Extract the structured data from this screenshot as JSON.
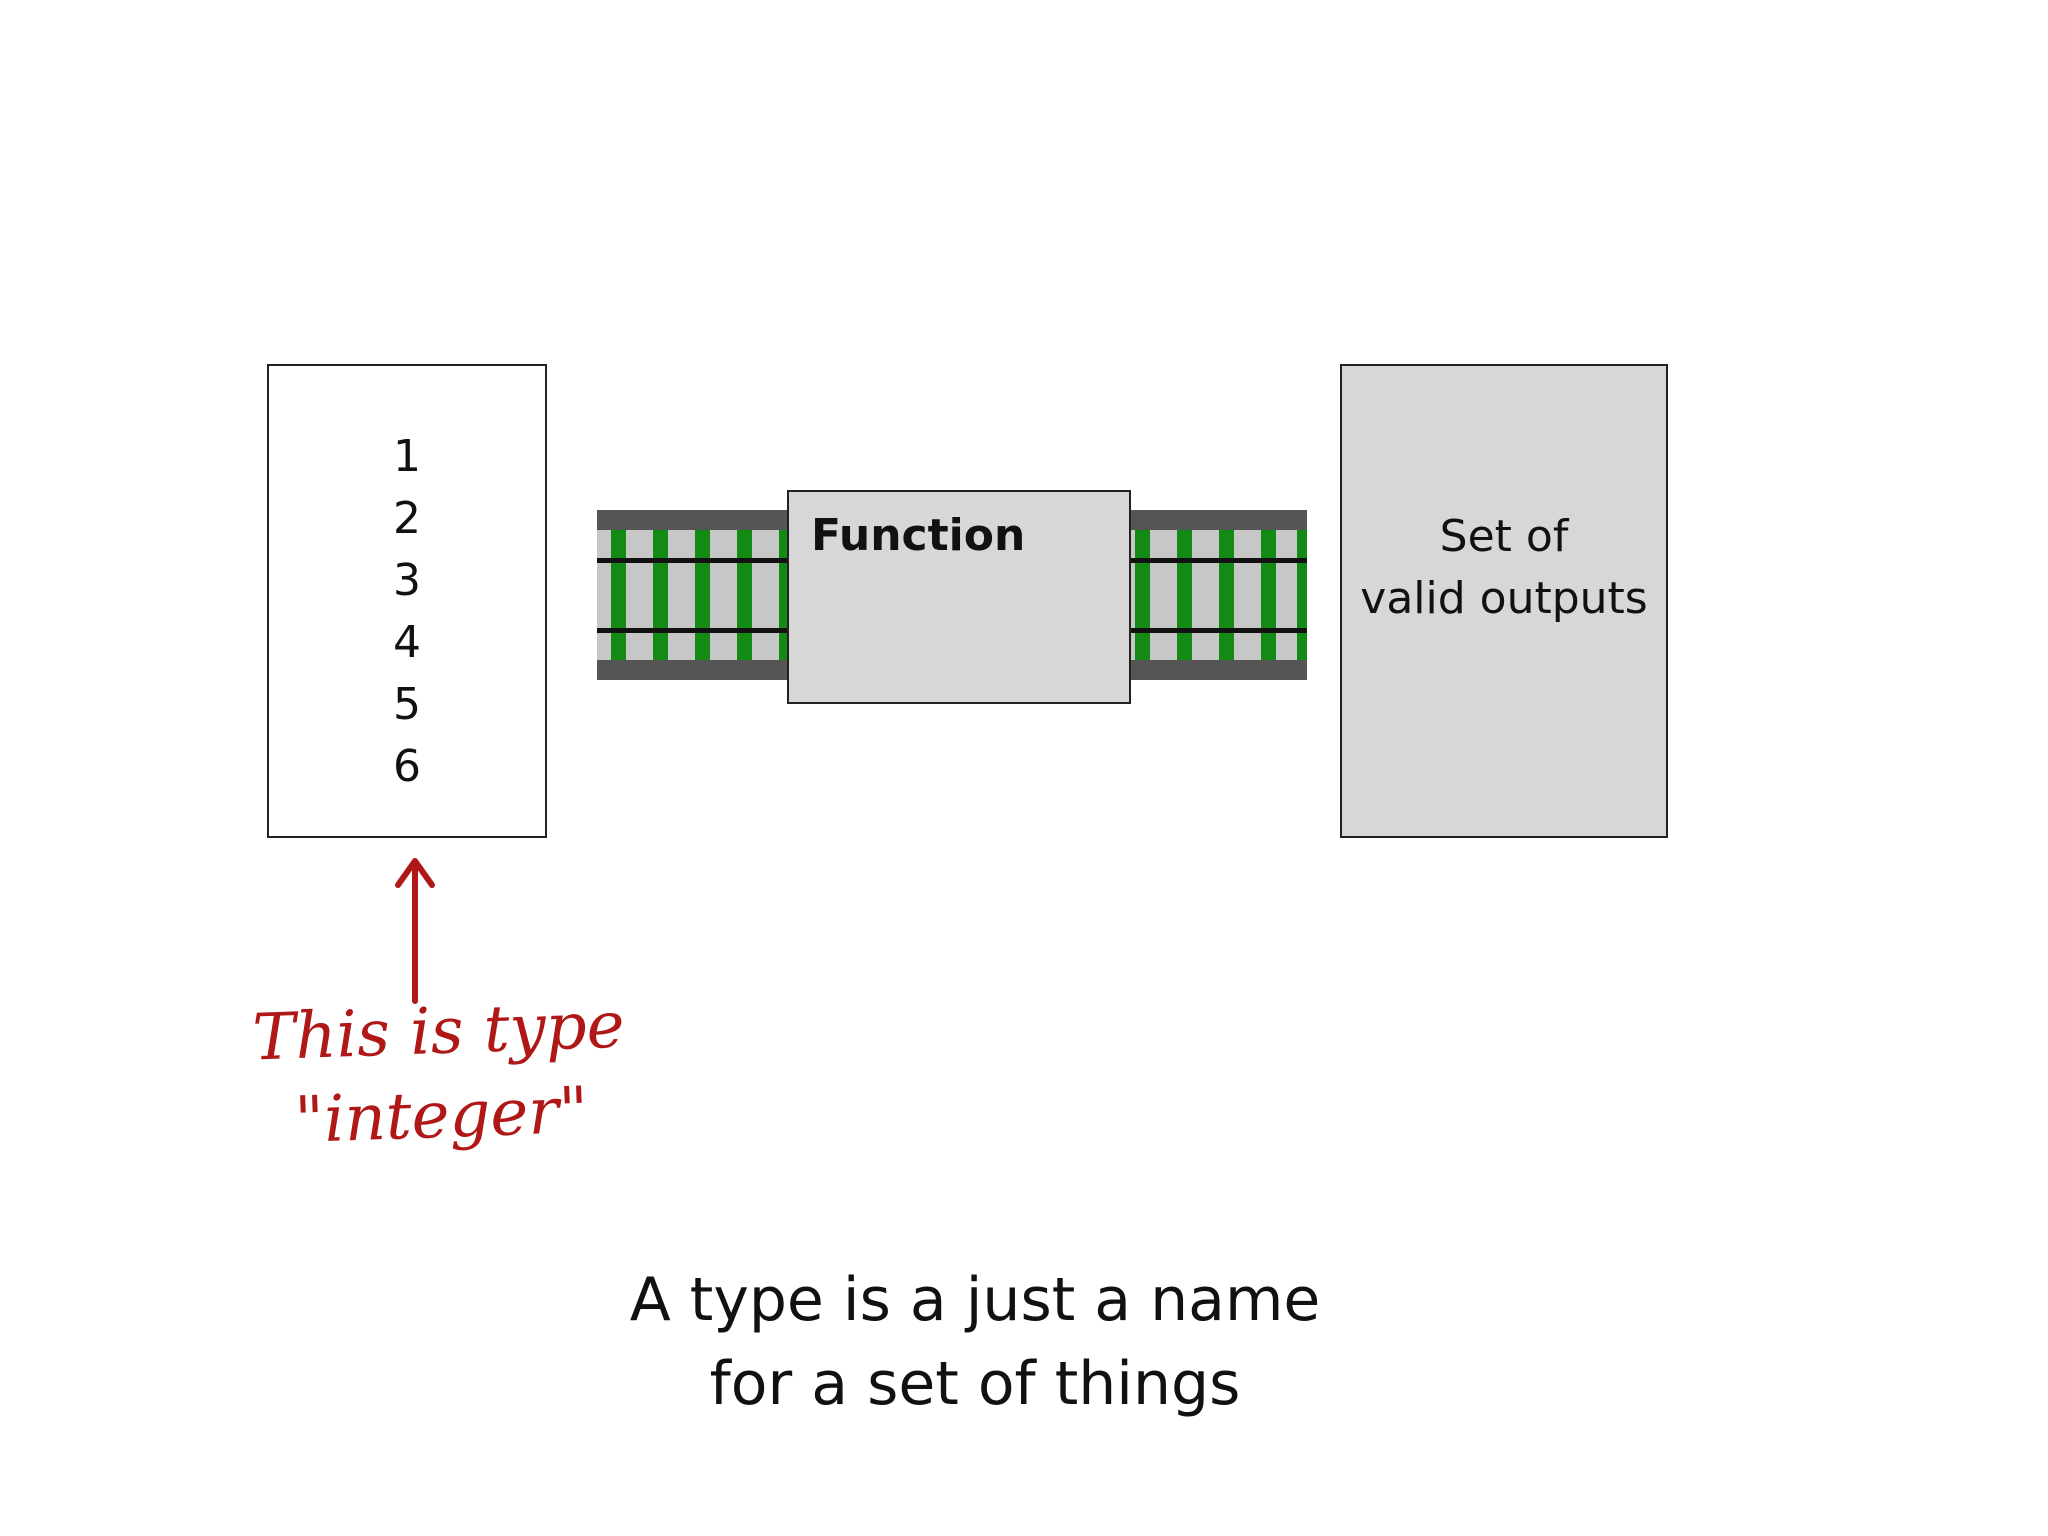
{
  "input_set": {
    "values": [
      "1",
      "2",
      "3",
      "4",
      "5",
      "6"
    ]
  },
  "function_box": {
    "label": "Function"
  },
  "output_set": {
    "line1": "Set of",
    "line2": "valid outputs"
  },
  "annotation": {
    "line1": "This is type",
    "line2": "\"integer\"",
    "color": "#b01818"
  },
  "caption": {
    "line1": "A type is a just a name",
    "line2": "for a set of things"
  },
  "colors": {
    "track_tie": "#138a13",
    "function_fill": "#d7d7d7",
    "output_fill": "#d7d7d7"
  }
}
